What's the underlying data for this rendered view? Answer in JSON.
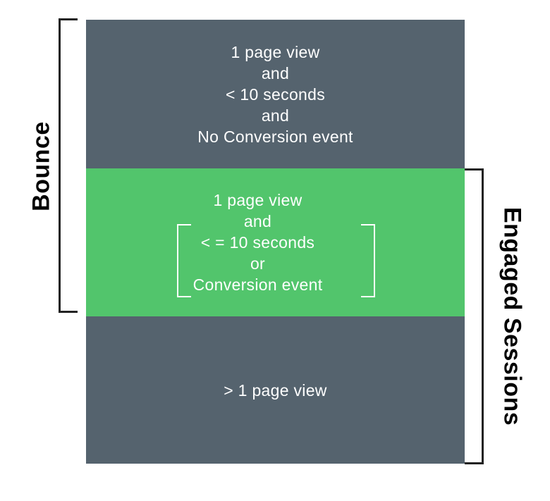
{
  "blocks": {
    "top": {
      "lines": [
        "1 page view",
        "and",
        "< 10 seconds",
        "and",
        "No Conversion event"
      ]
    },
    "middle": {
      "lines": [
        "1 page view",
        "and",
        "< = 10 seconds",
        "or",
        "Conversion event"
      ]
    },
    "bottom": {
      "lines": [
        "> 1 page view"
      ]
    }
  },
  "labels": {
    "bounce": "Bounce",
    "engaged": "Engaged Sessions"
  },
  "colors": {
    "dark_block": "#55636e",
    "green_block": "#52c56c",
    "text_on_block": "#ffffff",
    "bracket": "#222222"
  }
}
